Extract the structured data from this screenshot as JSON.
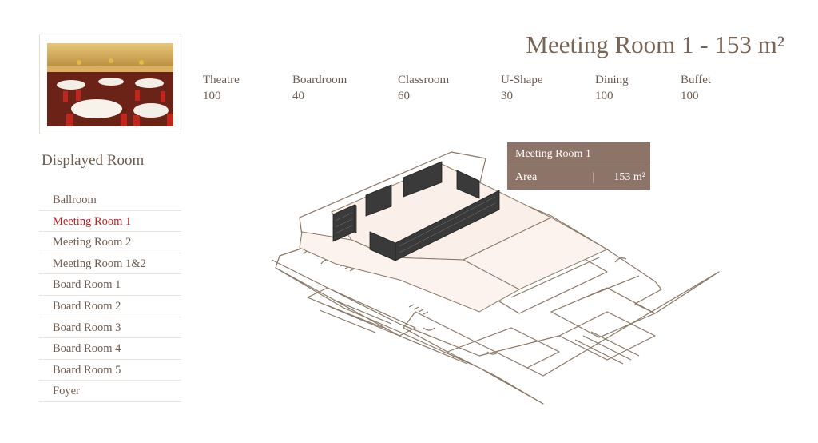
{
  "header": {
    "title": "Meeting Room 1 - 153 m²"
  },
  "thumbnail": {
    "icon": "banquet-room-photo"
  },
  "capacities": [
    {
      "label": "Theatre",
      "value": "100"
    },
    {
      "label": "Boardroom",
      "value": "40"
    },
    {
      "label": "Classroom",
      "value": "60"
    },
    {
      "label": "U-Shape",
      "value": "30"
    },
    {
      "label": "Dining",
      "value": "100"
    },
    {
      "label": "Buffet",
      "value": "100"
    }
  ],
  "sidebar": {
    "title": "Displayed Room",
    "items": [
      {
        "label": "Ballroom",
        "active": false
      },
      {
        "label": "Meeting Room 1",
        "active": true
      },
      {
        "label": "Meeting Room 2",
        "active": false
      },
      {
        "label": "Meeting Room 1&2",
        "active": false
      },
      {
        "label": "Board Room 1",
        "active": false
      },
      {
        "label": "Board Room 2",
        "active": false
      },
      {
        "label": "Board Room 3",
        "active": false
      },
      {
        "label": "Board Room 4",
        "active": false
      },
      {
        "label": "Board Room 5",
        "active": false
      },
      {
        "label": "Foyer",
        "active": false
      }
    ]
  },
  "tooltip": {
    "title": "Meeting Room 1",
    "label": "Area",
    "value": "153 m²"
  },
  "colors": {
    "accent": "#c21f1f",
    "text": "#6e5c50",
    "tooltip_bg": "#8c7568",
    "floor_fill": "#fbefe9",
    "wall_dark": "#3a3a3a",
    "plan_stroke": "#8a7766"
  }
}
